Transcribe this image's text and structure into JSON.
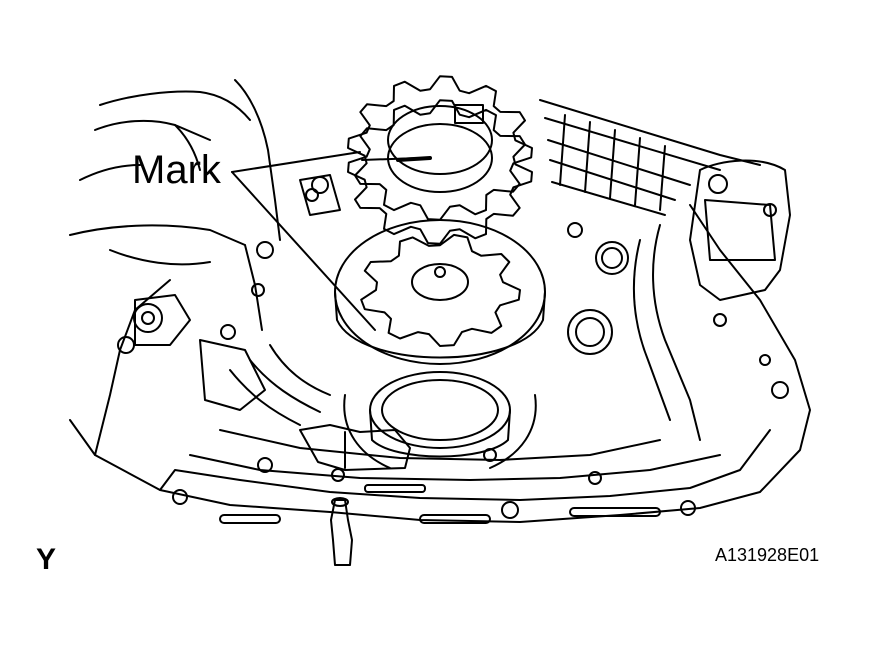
{
  "callout": {
    "label": "Mark"
  },
  "view": {
    "letter": "Y"
  },
  "figure": {
    "code": "A131928E01"
  },
  "colors": {
    "ink": "#000000",
    "paper": "#ffffff"
  }
}
